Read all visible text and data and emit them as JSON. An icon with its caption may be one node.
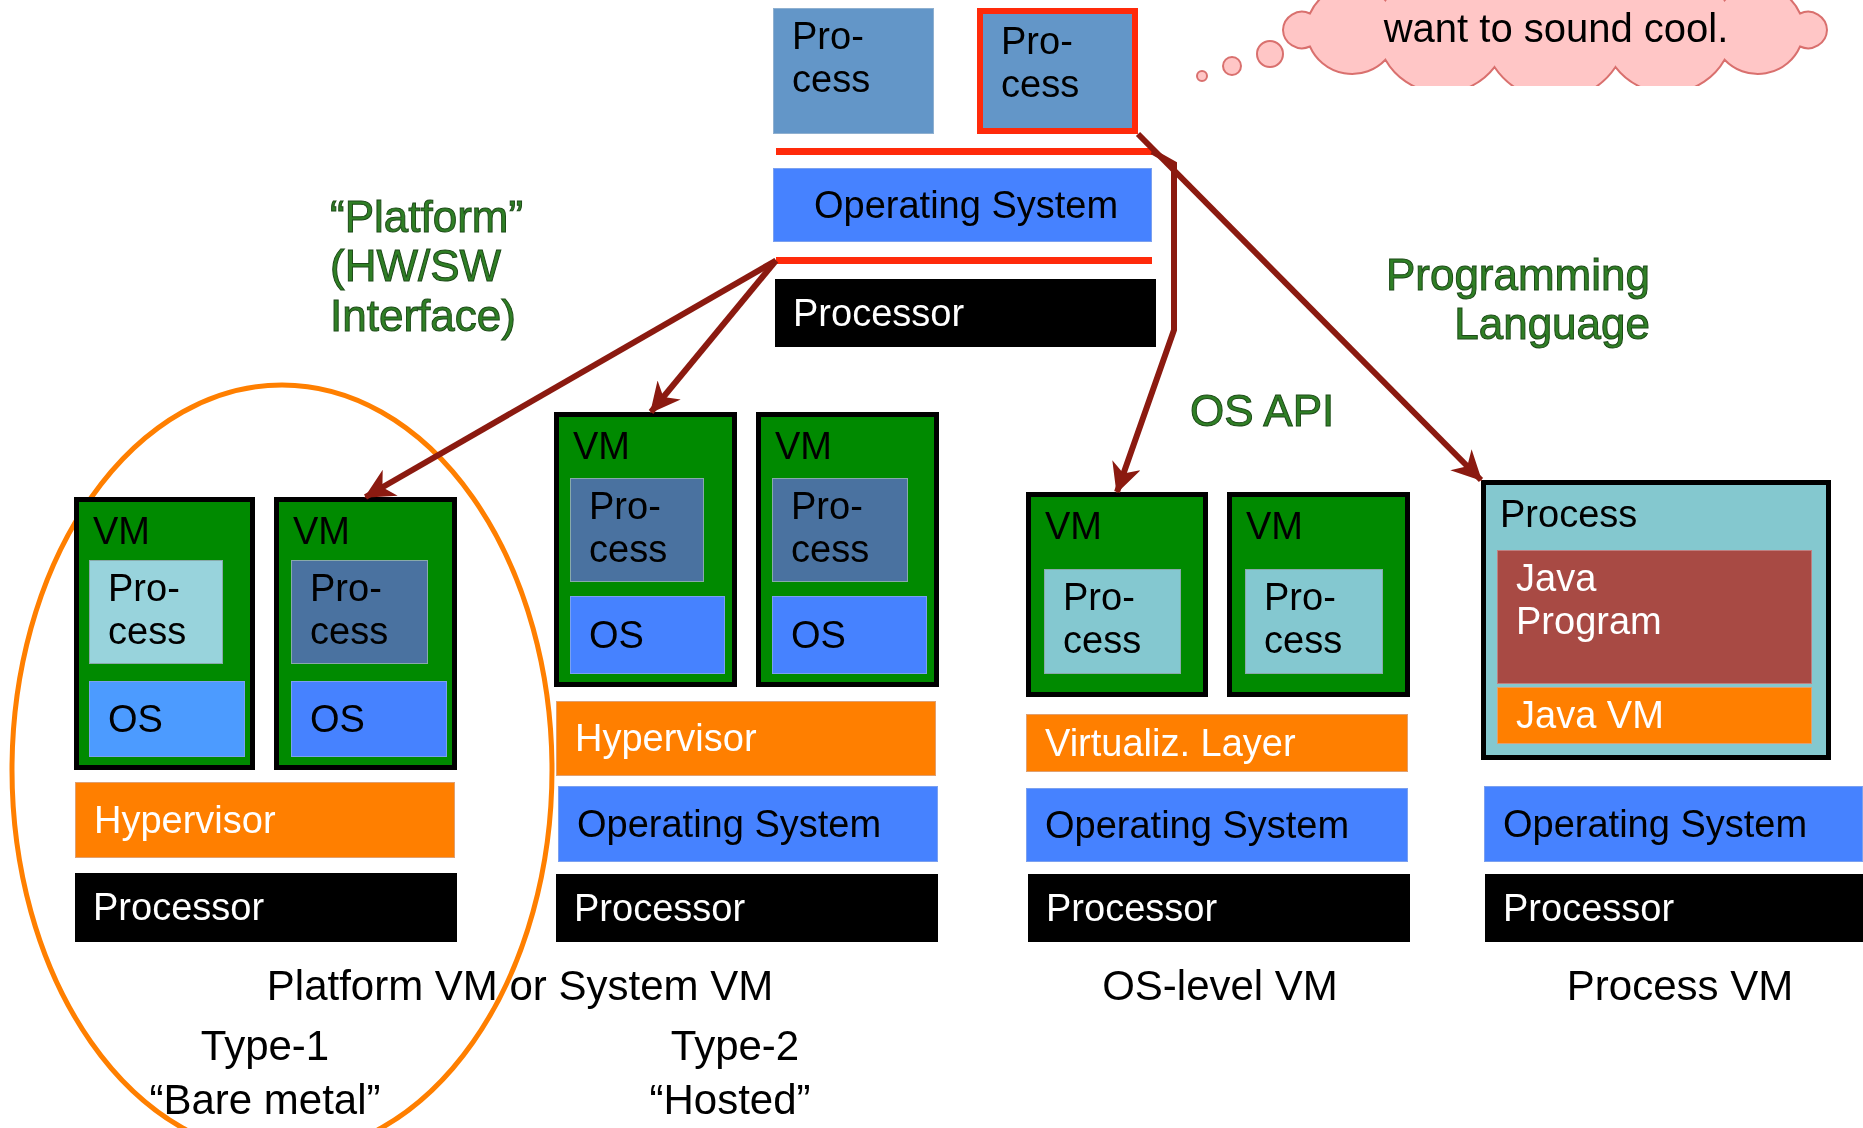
{
  "diagram": {
    "nodes": [
      {
        "text": [
          "want to sound cool."
        ]
      },
      {
        "text": [
          "Pro- cess"
        ]
      },
      {
        "text": [
          "Pro- cess"
        ]
      },
      {
        "text": [],
        "shape": "bar"
      },
      {
        "text": [
          "Operating System"
        ]
      },
      {
        "text": [],
        "shape": "bar"
      },
      {
        "text": [
          "Processor"
        ]
      },
      {
        "text": [
          "VM"
        ]
      },
      {
        "text": [
          "Pro- cess"
        ],
        "in": 7
      },
      {
        "text": [
          "OS"
        ],
        "in": 7
      },
      {
        "text": [
          "VM"
        ]
      },
      {
        "text": [
          "Pro- cess"
        ],
        "in": 10
      },
      {
        "text": [
          "OS"
        ],
        "in": 10
      },
      {
        "text": [
          "Hypervisor"
        ]
      },
      {
        "text": [
          "Processor"
        ]
      },
      {
        "text": [
          "VM"
        ]
      },
      {
        "text": [
          "Pro- cess"
        ],
        "in": 15
      },
      {
        "text": [
          "OS"
        ],
        "in": 15
      },
      {
        "text": [
          "VM"
        ]
      },
      {
        "text": [
          "Pro- cess"
        ],
        "in": 18
      },
      {
        "text": [
          "OS"
        ],
        "in": 18
      },
      {
        "text": [
          "Hypervisor"
        ]
      },
      {
        "text": [
          "Operating System"
        ]
      },
      {
        "text": [
          "Processor"
        ]
      },
      {
        "text": [
          "VM"
        ]
      },
      {
        "text": [
          "Pro- cess"
        ],
        "in": 24
      },
      {
        "text": [
          "VM"
        ]
      },
      {
        "text": [
          "Pro- cess"
        ],
        "in": 26
      },
      {
        "text": [
          "Virtualiz. Layer"
        ]
      },
      {
        "text": [
          "Operating System"
        ]
      },
      {
        "text": [
          "Processor"
        ]
      },
      {
        "text": [
          "Process"
        ]
      },
      {
        "text": [
          "Java Program"
        ],
        "in": 31
      },
      {
        "text": [
          "Java VM"
        ],
        "in": 31
      },
      {
        "text": [
          "Operating System"
        ]
      },
      {
        "text": [
          "Processor"
        ]
      }
    ],
    "edges": [
      {
        "from": 5,
        "to": 10,
        "arrow": "to"
      },
      {
        "from": 5,
        "to": 15,
        "arrow": "to"
      },
      {
        "from": 3,
        "to": 24,
        "arrow": "to"
      },
      {
        "from": 2,
        "to": 31,
        "arrow": "to"
      }
    ],
    "labels": [
      "“Platform” (HW/SW Interface)",
      "Programming Language",
      "OS API",
      "Platform VM or System VM",
      "OS-level VM",
      "Process VM",
      "Type-1",
      "Type-2",
      "“Bare metal”",
      "“Hosted”"
    ]
  }
}
